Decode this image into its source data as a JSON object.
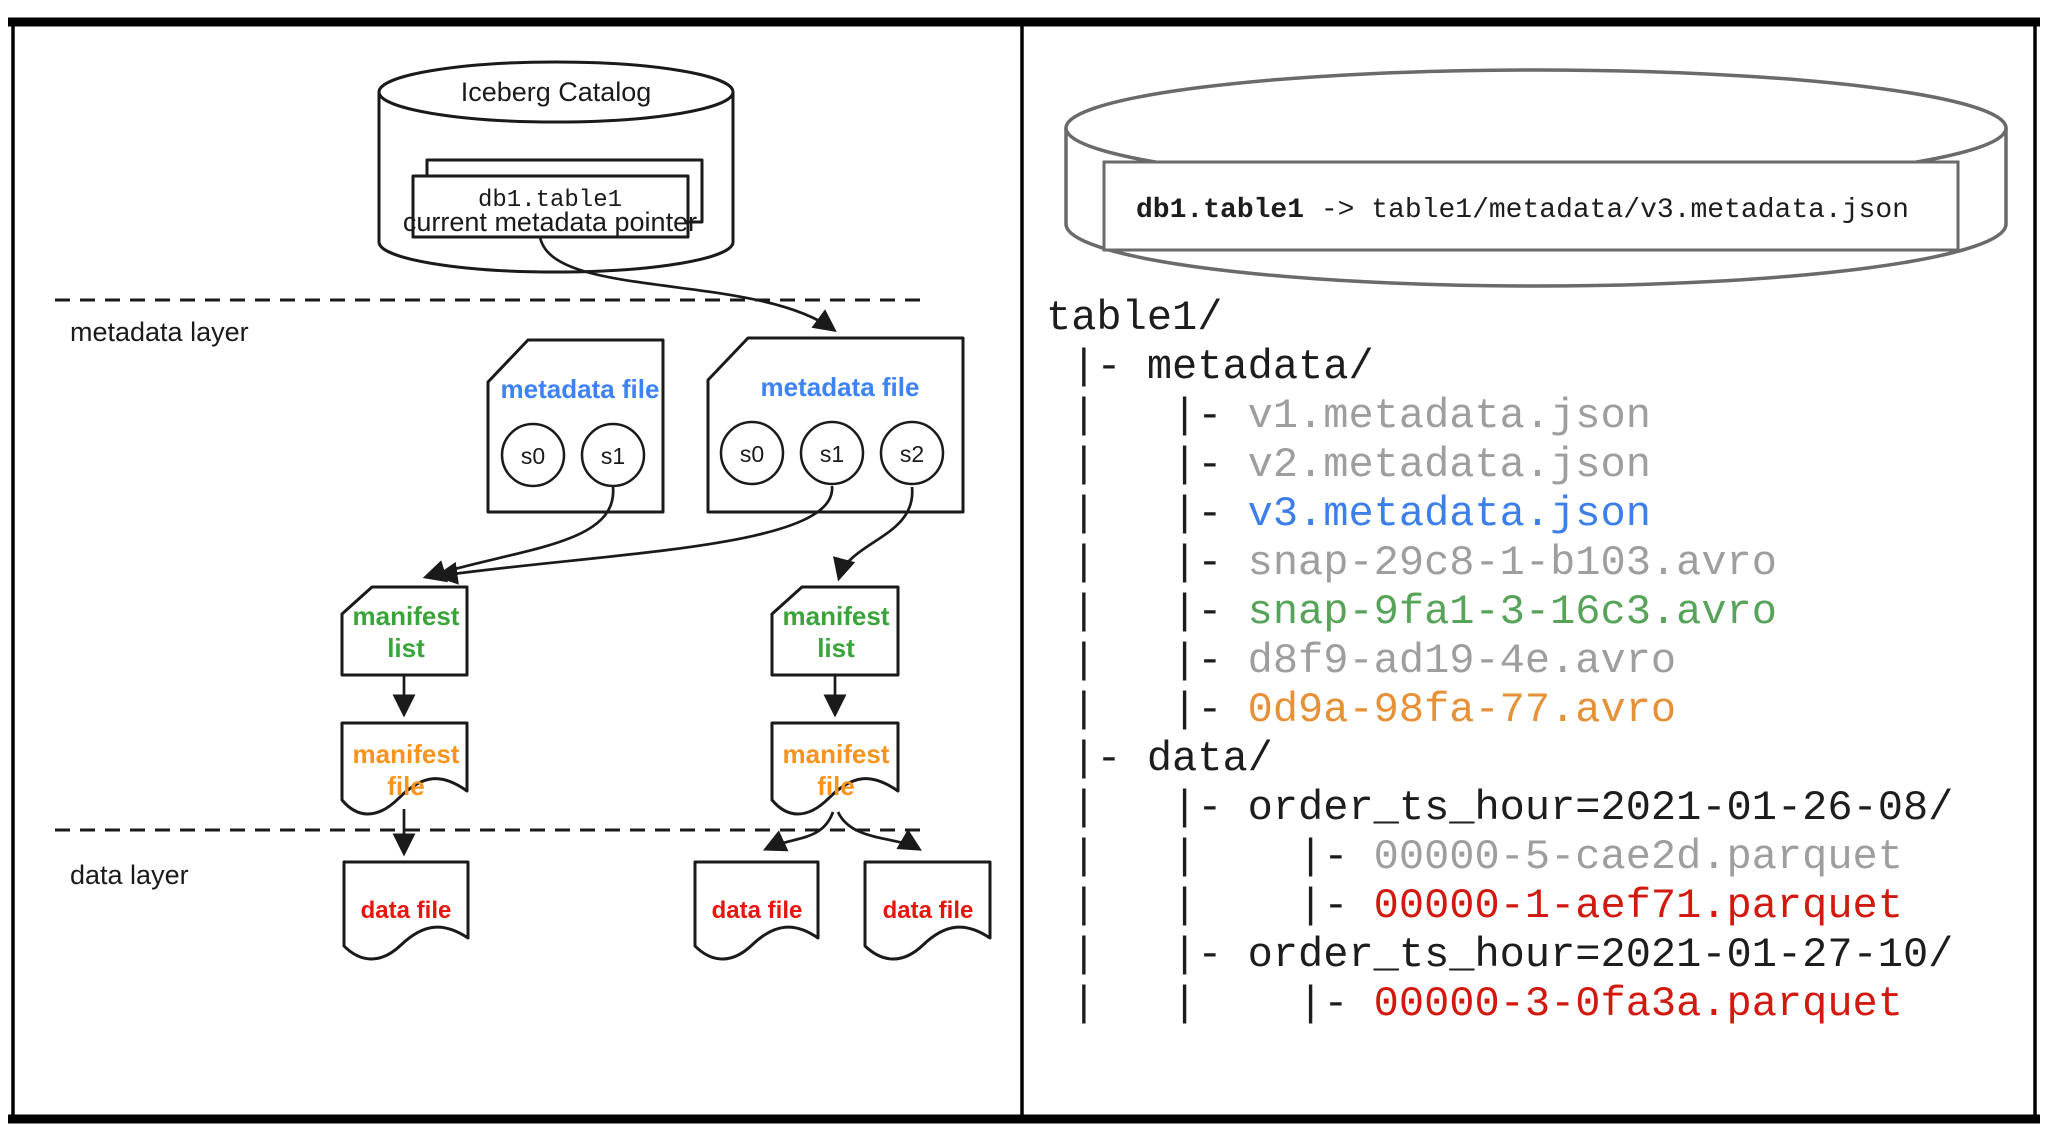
{
  "colors": {
    "ink": "#1a1a1a",
    "diagram_blue": "#3e82f7",
    "diagram_green": "#3aa43a",
    "diagram_orange": "#f8941c",
    "diagram_red": "#e8150d",
    "cylinder_gray": "#6a6a6a",
    "tree_black": "#1d1d1d",
    "tree_gray": "#9e9e9e",
    "tree_blue": "#3d7fe8",
    "tree_green": "#57a35a",
    "tree_orange": "#e69138",
    "tree_red": "#d2190f"
  },
  "left_panel": {
    "catalog": {
      "title": "Iceberg Catalog",
      "pointer_name": "db1.table1",
      "pointer_caption": "current metadata pointer"
    },
    "layers": {
      "metadata": "metadata layer",
      "data": "data layer"
    },
    "metadata_files": {
      "label": "metadata file",
      "left_snapshots": [
        "s0",
        "s1"
      ],
      "right_snapshots": [
        "s0",
        "s1",
        "s2"
      ]
    },
    "manifest_list": {
      "line1": "manifest",
      "line2": "list"
    },
    "manifest_file": {
      "line1": "manifest",
      "line2": "file"
    },
    "data_file_label": "data file"
  },
  "right_panel": {
    "catalog_entry": {
      "key": "db1.table1",
      "arrow": " -> ",
      "path": "table1/metadata/v3.metadata.json"
    },
    "file_tree": {
      "lines": [
        {
          "prefix": "",
          "text": "table1/",
          "color": "tree_black"
        },
        {
          "prefix": " |- ",
          "text": "metadata/",
          "color": "tree_black"
        },
        {
          "prefix": " |   |- ",
          "text": "v1.metadata.json",
          "color": "tree_gray"
        },
        {
          "prefix": " |   |- ",
          "text": "v2.metadata.json",
          "color": "tree_gray"
        },
        {
          "prefix": " |   |- ",
          "text": "v3.metadata.json",
          "color": "tree_blue"
        },
        {
          "prefix": " |   |- ",
          "text": "snap-29c8-1-b103.avro",
          "color": "tree_gray"
        },
        {
          "prefix": " |   |- ",
          "text": "snap-9fa1-3-16c3.avro",
          "color": "tree_green"
        },
        {
          "prefix": " |   |- ",
          "text": "d8f9-ad19-4e.avro",
          "color": "tree_gray"
        },
        {
          "prefix": " |   |- ",
          "text": "0d9a-98fa-77.avro",
          "color": "tree_orange"
        },
        {
          "prefix": " |- ",
          "text": "data/",
          "color": "tree_black"
        },
        {
          "prefix": " |   |- ",
          "text": "order_ts_hour=2021-01-26-08/",
          "color": "tree_black"
        },
        {
          "prefix": " |   |    |- ",
          "text": "00000-5-cae2d.parquet",
          "color": "tree_gray"
        },
        {
          "prefix": " |   |    |- ",
          "text": "00000-1-aef71.parquet",
          "color": "tree_red"
        },
        {
          "prefix": " |   |- ",
          "text": "order_ts_hour=2021-01-27-10/",
          "color": "tree_black"
        },
        {
          "prefix": " |   |    |- ",
          "text": "00000-3-0fa3a.parquet",
          "color": "tree_red"
        }
      ]
    }
  }
}
